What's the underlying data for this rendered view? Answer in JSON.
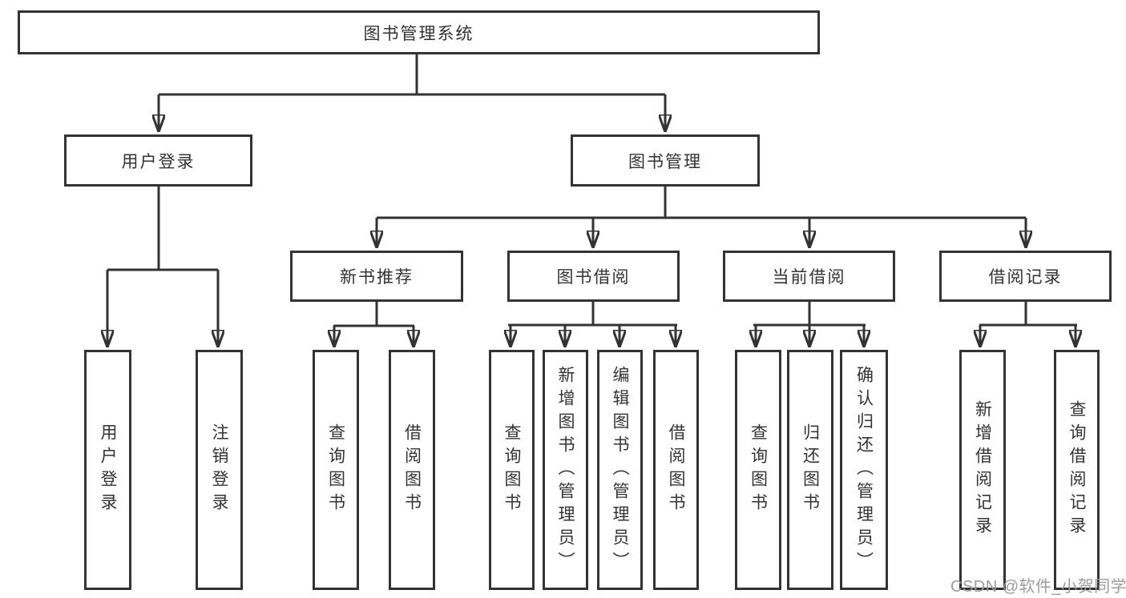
{
  "tree": {
    "root": {
      "label": "图书管理系统",
      "children": [
        {
          "label": "用户登录",
          "children": [
            {
              "label": "用户登录"
            },
            {
              "label": "注销登录"
            }
          ]
        },
        {
          "label": "图书管理",
          "children": [
            {
              "label": "新书推荐",
              "children": [
                {
                  "label": "查询图书"
                },
                {
                  "label": "借阅图书"
                }
              ]
            },
            {
              "label": "图书借阅",
              "children": [
                {
                  "label": "查询图书"
                },
                {
                  "label": "新增图书（管理员）"
                },
                {
                  "label": "编辑图书（管理员）"
                },
                {
                  "label": "借阅图书"
                }
              ]
            },
            {
              "label": "当前借阅",
              "children": [
                {
                  "label": "查询图书"
                },
                {
                  "label": "归还图书"
                },
                {
                  "label": "确认归还（管理员）"
                }
              ]
            },
            {
              "label": "借阅记录",
              "children": [
                {
                  "label": "新增借阅记录"
                },
                {
                  "label": "查询借阅记录"
                }
              ]
            }
          ]
        }
      ]
    }
  },
  "watermark": {
    "text": "CSDN @软件_小贺同学"
  },
  "colors": {
    "line": "#333333",
    "box_border": "#333333",
    "text": "#333333",
    "watermark": "#9c9c9c",
    "background": "#ffffff"
  }
}
